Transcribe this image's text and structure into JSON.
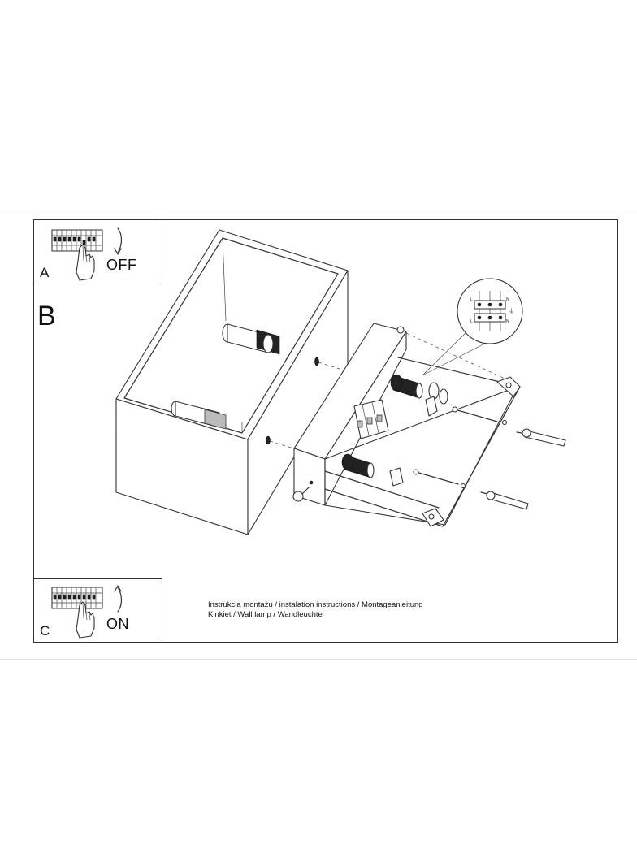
{
  "steps": {
    "a": {
      "letter": "A",
      "switch_label": "OFF"
    },
    "b": {
      "letter": "B"
    },
    "c": {
      "letter": "C",
      "switch_label": "ON"
    }
  },
  "caption": {
    "line1": "Instrukcja montażu / instalation instructions / Montageanleitung",
    "line2": "Kinkiet / Wall lamp / Wandleuchte"
  },
  "terminal_labels": {
    "live": "L",
    "earth": "⏚",
    "neutral": "N"
  }
}
